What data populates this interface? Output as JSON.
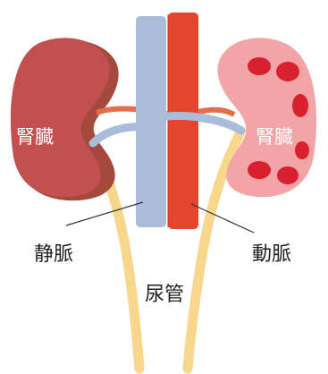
{
  "labels": {
    "kidney_left": "腎臓",
    "kidney_right": "腎臓",
    "vein": "静脈",
    "artery": "動脈",
    "ureter": "尿管"
  },
  "colors": {
    "vein": "#a9bddb",
    "artery": "#e5452d",
    "ureter": "#f6d78c",
    "kidney_left_cortex": "#c2504f",
    "kidney_left_pelvis": "#a4493b",
    "kidney_right_body": "#f3a4a6",
    "kidney_right_pyramid": "#d9202f",
    "renal_artery_branch": "#e46d4a"
  }
}
